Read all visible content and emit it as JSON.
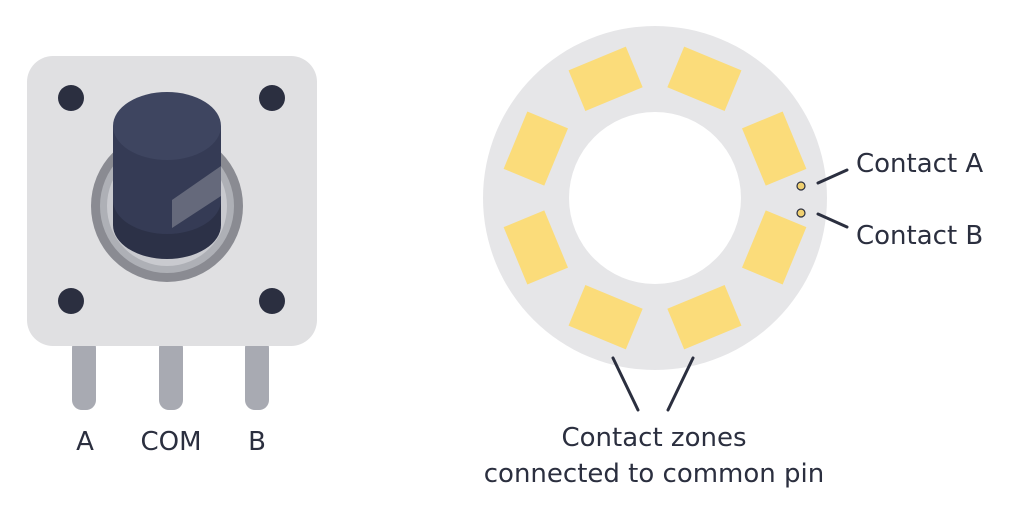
{
  "diagram": {
    "encoder": {
      "pins": [
        {
          "label": "A"
        },
        {
          "label": "COM"
        },
        {
          "label": "B"
        }
      ]
    },
    "disk": {
      "contact_zone_count": 8,
      "contact_a_label": "Contact A",
      "contact_b_label": "Contact B",
      "zones_label_line1": "Contact zones",
      "zones_label_line2": "connected to common pin"
    }
  },
  "colors": {
    "body": "#e0e0e2",
    "knob_dark": "#3e4560",
    "knob_side": "#2c3147",
    "ring": "#8a8b92",
    "pin": "#a8aab2",
    "hole": "#2b2f40",
    "disk": "#e6e6e8",
    "zone": "#fbdc7a",
    "contact_dot": "#f0d070",
    "line": "#2b2f3f"
  }
}
